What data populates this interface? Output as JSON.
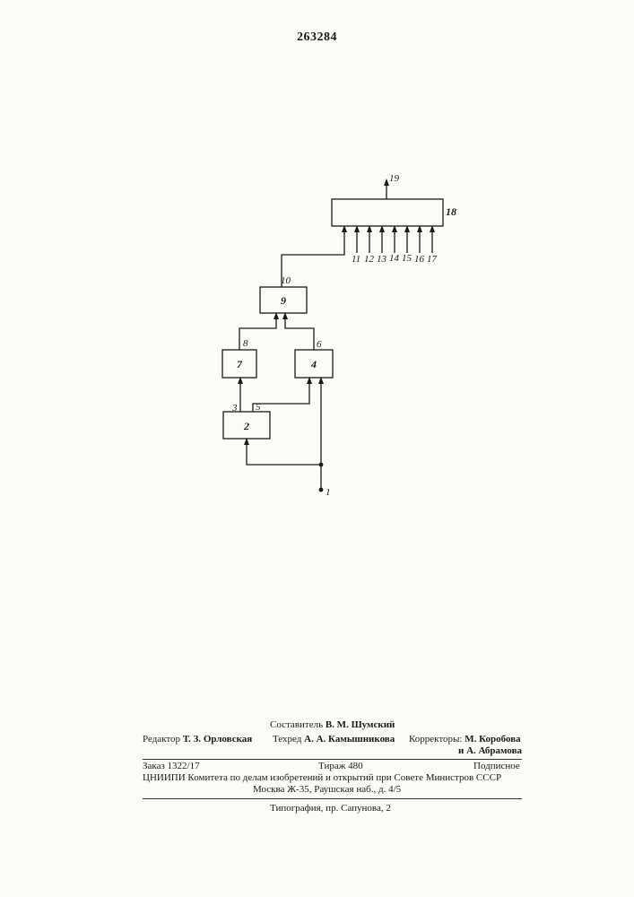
{
  "patent_number": "263284",
  "diagram": {
    "blocks": [
      {
        "id": "2",
        "label": "2"
      },
      {
        "id": "4",
        "label": "4"
      },
      {
        "id": "7",
        "label": "7"
      },
      {
        "id": "9",
        "label": "9"
      },
      {
        "id": "18",
        "label": "18"
      }
    ],
    "connection_labels": [
      "1",
      "3",
      "5",
      "6",
      "8",
      "10",
      "11",
      "12",
      "13",
      "14",
      "15",
      "16",
      "17",
      "19"
    ]
  },
  "footer": {
    "compiler": {
      "role": "Составитель",
      "name": "В. М. Шумский"
    },
    "editor": {
      "role": "Редактор",
      "name": "Т. З. Орловская"
    },
    "techred": {
      "role": "Техред",
      "name": "А. А. Камышникова"
    },
    "correctors": {
      "role": "Корректоры:",
      "names": [
        "М. Коробова",
        "и А. Абрамова"
      ]
    },
    "order": "Заказ 1322/17",
    "circulation": "Тираж 480",
    "subscription": "Подписное",
    "institute": "ЦНИИПИ Комитета по делам изобретений и открытий при Совете Министров СССР",
    "address": "Москва Ж-35, Раушская наб., д. 4/5",
    "printing": "Типография, пр. Сапунова, 2"
  }
}
